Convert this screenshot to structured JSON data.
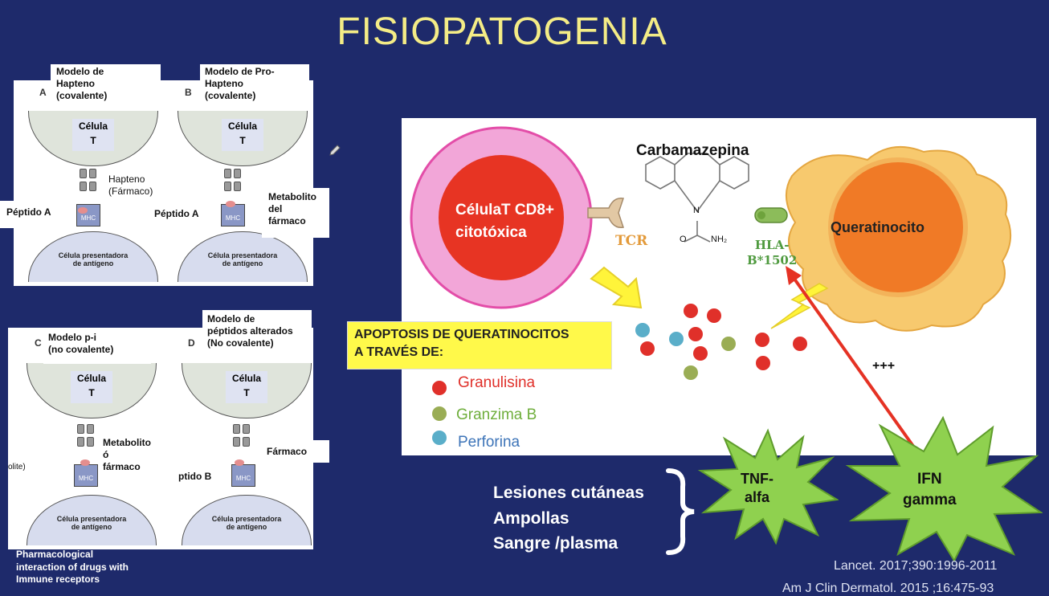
{
  "slide": {
    "title": "FISIOPATOGENIA"
  },
  "models": {
    "a": {
      "letter": "A",
      "title": "Modelo de\nHapteno\n(covalente)",
      "cell": "Célula\nT",
      "side_label": "Hapteno\n(Fármaco)",
      "left_label": "Péptido A",
      "mhc": "MHC",
      "apc": "Célula presentadora\nde antígeno"
    },
    "b": {
      "letter": "B",
      "title": "Modelo de Pro-\nHapteno\n(covalente)",
      "cell": "Célula\nT",
      "side_label": "Metabolito\ndel\nfármaco",
      "left_label": "Péptido A",
      "mhc": "MHC",
      "apc": "Célula presentadora\nde antígeno"
    },
    "c": {
      "letter": "C",
      "title": "Modelo  p-i\n(no covalente)",
      "cell": "Célula\nT",
      "side_label": "Metabolito\nó\nfármaco",
      "left_label": "olite)",
      "mhc": "MHC",
      "apc": "Célula presentadora\nde antígeno"
    },
    "d": {
      "letter": "D",
      "title": "Modelo de\npéptidos alterados\n(No covalente)",
      "cell": "Célula\nT",
      "side_label": "Fármaco",
      "left_label": "ptido B",
      "mhc": "MHC",
      "apc": "Célula presentadora\nde antígeno"
    }
  },
  "credit": "Pharmacological\ninteraction of drugs with\nImmune receptors",
  "mechanism": {
    "t_cell": "CélulaT CD8+\ncitotóxica",
    "tcr": "TCR",
    "drug": "Carbamazepina",
    "nh2": "NH₂",
    "n": "N",
    "o": "O",
    "hla": "HLA-\nB*1502",
    "keratinocyte": "Queratinocito",
    "plus": "+++",
    "apoptosis": "APOPTOSIS DE QUERATINOCITOS\nA TRAVÉS DE:",
    "legend": [
      {
        "label": "Granulisina",
        "color": "#e0302a"
      },
      {
        "label": "Granzima B",
        "color": "#9aad55"
      },
      {
        "label": "Perforina",
        "color": "#5aaec9"
      }
    ]
  },
  "outcomes": {
    "lines": [
      "Lesiones cutáneas",
      "Ampollas",
      "Sangre /plasma"
    ]
  },
  "cytokines": {
    "tnf": "TNF-\nalfa",
    "ifn": "IFN\ngamma"
  },
  "references": {
    "ref1": "Lancet. 2017;390:1996-2011",
    "ref2": "Am J Clin Dermatol. 2015 ;16:475-93"
  },
  "colors": {
    "background": "#1e2a6b",
    "title": "#f4ec86",
    "tcell_outer": "#f2a6d8",
    "tcell_inner": "#e73423",
    "keratinocyte": "#f7c96e",
    "nucleus": "#f07a26",
    "burst": "#8fd14f",
    "arrow": "#e53224"
  }
}
